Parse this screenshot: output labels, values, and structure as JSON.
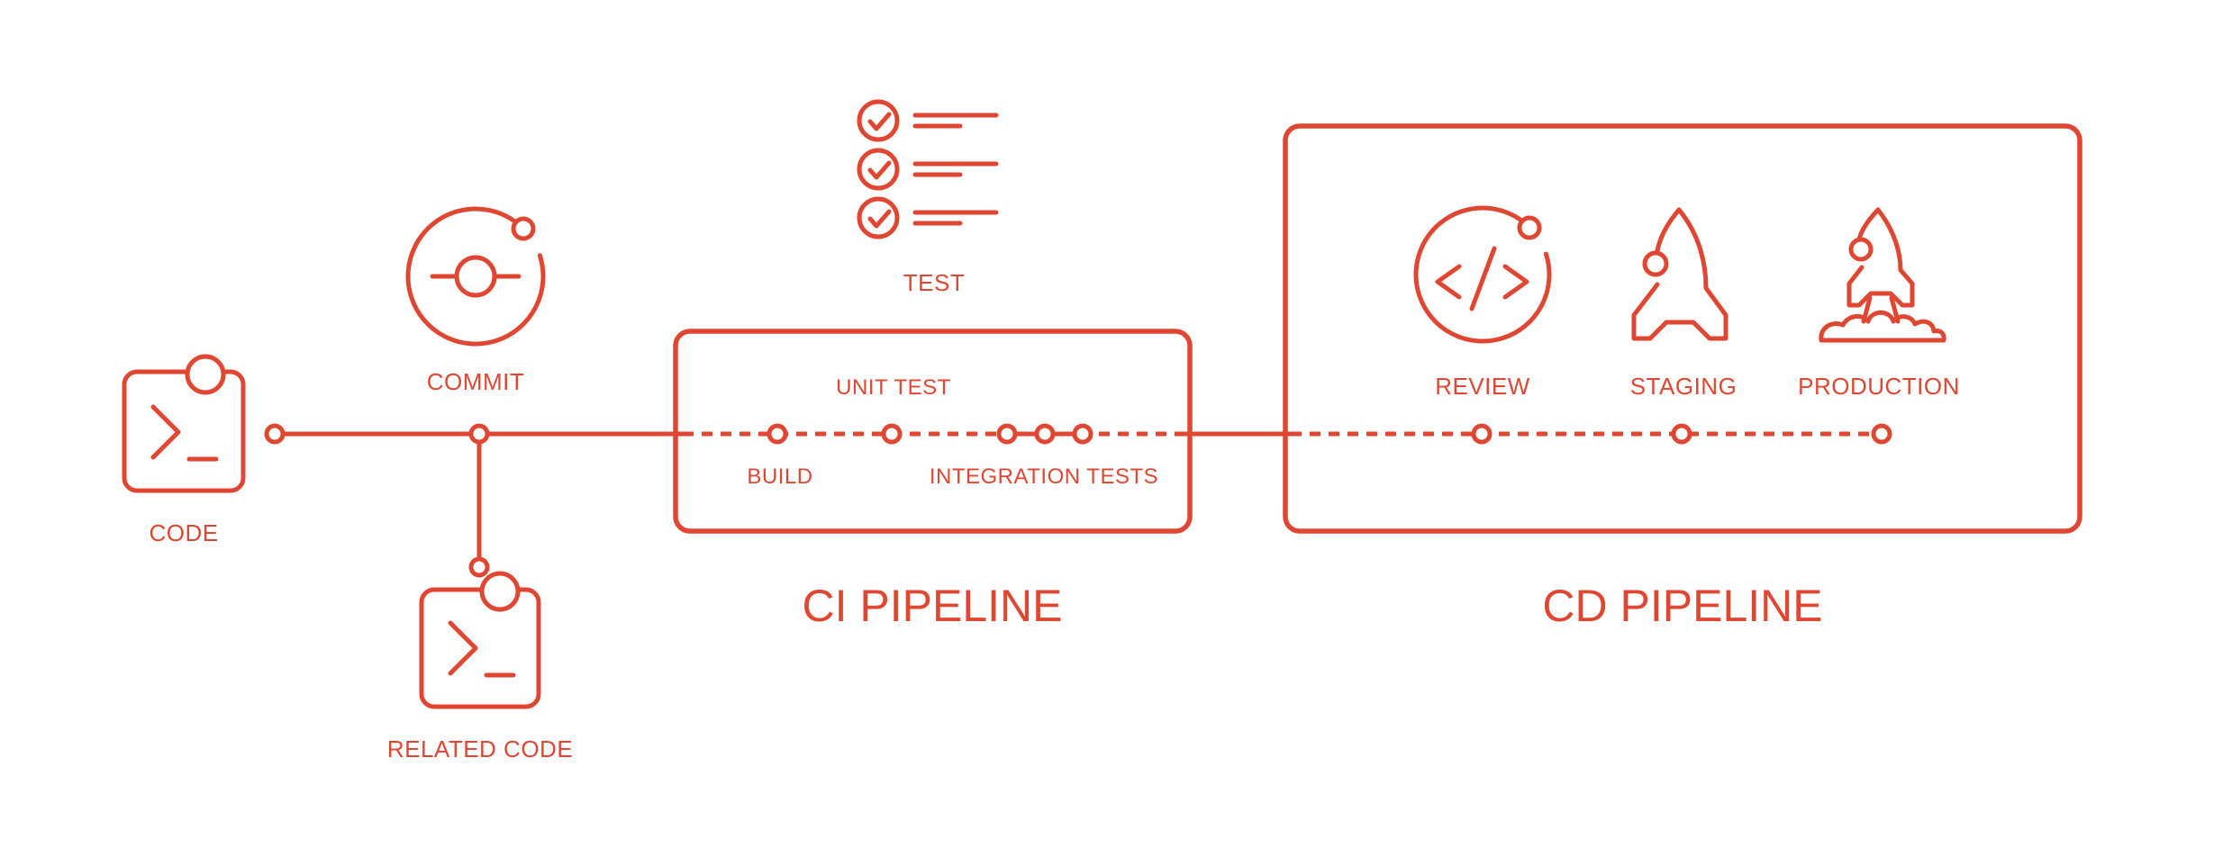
{
  "colors": {
    "accent": "#df4732",
    "background": "#ffffff"
  },
  "stages": {
    "code": "CODE",
    "commit": "COMMIT",
    "related_code": "RELATED CODE",
    "test": "TEST",
    "ci": {
      "title": "CI PIPELINE",
      "build": "BUILD",
      "unit_test": "UNIT TEST",
      "integration_tests": "INTEGRATION TESTS"
    },
    "cd": {
      "title": "CD PIPELINE",
      "review": "REVIEW",
      "staging": "STAGING",
      "production": "PRODUCTION"
    }
  }
}
